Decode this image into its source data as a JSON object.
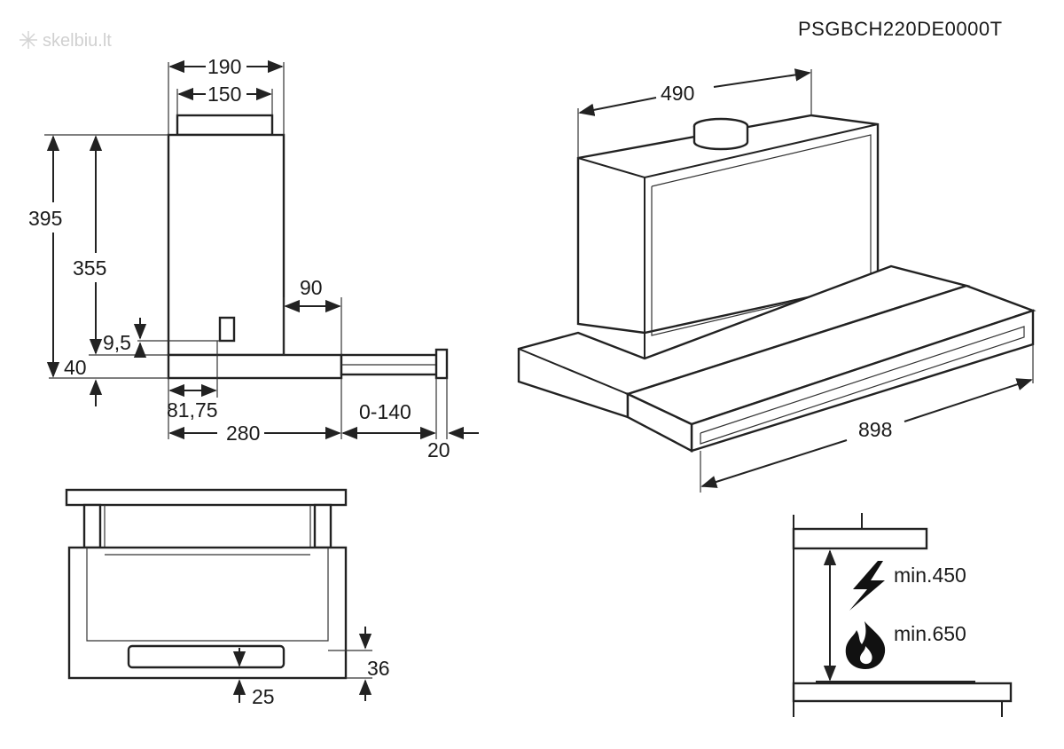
{
  "watermark": "skelbiu.lt",
  "model_code": "PSGBCH220DE0000T",
  "side_view": {
    "top_width_outer": "190",
    "top_width_inner": "150",
    "height_total": "395",
    "height_body": "355",
    "offset_small": "9,5",
    "base_height": "40",
    "depth_offset": "81,75",
    "body_depth": "280",
    "extension_offset": "90",
    "extension_range": "0-140",
    "front_thickness": "20"
  },
  "perspective_view": {
    "chimney_width": "490",
    "total_width": "898"
  },
  "front_view": {
    "panel_height": "36",
    "handle_offset": "25"
  },
  "clearance": {
    "electric_label": "min.450",
    "gas_label": "min.650",
    "electric_icon": "lightning-icon",
    "gas_icon": "flame-icon"
  }
}
